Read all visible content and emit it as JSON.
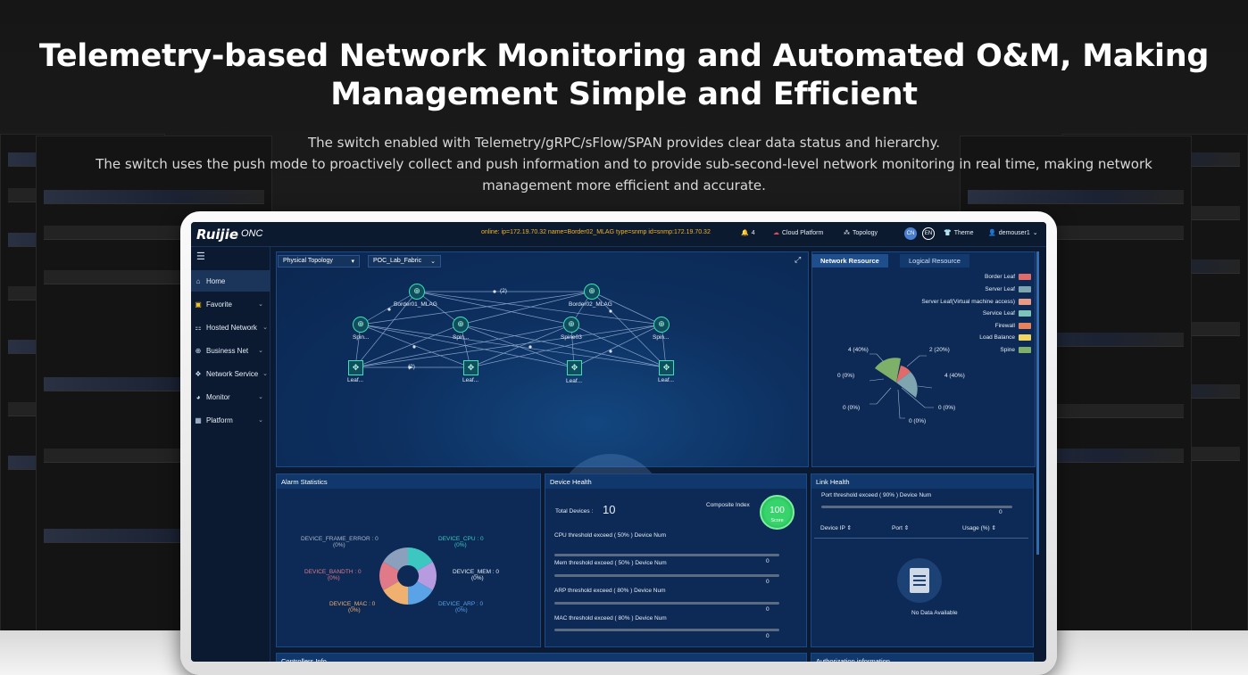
{
  "hero": {
    "title": "Telemetry-based Network Monitoring and Automated O&M, Making Management Simple and Efficient",
    "subtitle_line1": "The switch enabled with Telemetry/gRPC/sFlow/SPAN provides clear data status and hierarchy.",
    "subtitle_line2": "The switch uses the push mode to proactively collect and push information and to provide sub-second-level network monitoring in real time, making network management more efficient and accurate."
  },
  "topbar": {
    "logo": "Ruijie",
    "product": "ONC",
    "online_status": "online: ip=172.19.70.32 name=Border02_MLAG type=snmp id=snmp:172.19.70.32",
    "alerts_count": "4",
    "cloud_platform": "Cloud Platform",
    "topology": "Topology",
    "lang_cn": "CN",
    "lang_en": "EN",
    "theme": "Theme",
    "user": "demouser1"
  },
  "sidebar": {
    "items": [
      {
        "label": "Home",
        "icon": "home-icon"
      },
      {
        "label": "Favorite",
        "icon": "star-folder-icon"
      },
      {
        "label": "Hosted Network",
        "icon": "network-icon"
      },
      {
        "label": "Business Net",
        "icon": "globe-icon"
      },
      {
        "label": "Network Service",
        "icon": "services-icon"
      },
      {
        "label": "Monitor",
        "icon": "monitor-icon"
      },
      {
        "label": "Platform",
        "icon": "grid-icon"
      }
    ]
  },
  "topology": {
    "view_select": "Physical Topology",
    "fabric_select": "POC_Lab_Fabric",
    "nodes": {
      "border1": "Border01_MLAG",
      "border2": "Border02_MLAG",
      "spine1": "Spin...",
      "spine2": "Spin...",
      "spine3": "Spine03",
      "spine4": "Spin...",
      "leaf1": "Leaf...",
      "leaf2": "Leaf...",
      "leaf3": "Leaf...",
      "leaf4": "Leaf..."
    },
    "link_label1": "(2)",
    "link_label2": "(2)"
  },
  "resource": {
    "tab_network": "Network Resource",
    "tab_logical": "Logical Resource",
    "legend": [
      {
        "name": "Border Leaf",
        "color": "#e06b6b"
      },
      {
        "name": "Server Leaf",
        "color": "#7fa5b0"
      },
      {
        "name": "Server Leaf(Virtual machine access)",
        "color": "#e89a85"
      },
      {
        "name": "Service Leaf",
        "color": "#7fc4b8"
      },
      {
        "name": "Firewall",
        "color": "#e8825a"
      },
      {
        "name": "Load Balance",
        "color": "#f0d560"
      },
      {
        "name": "Spine",
        "color": "#7fb06a"
      }
    ],
    "pie_labels": {
      "a": "4 (40%)",
      "b": "2 (20%)",
      "c": "0 (0%)",
      "d": "4 (40%)",
      "e": "0 (0%)",
      "f": "0 (0%)",
      "g": "0 (0%)"
    }
  },
  "alarm": {
    "title": "Alarm Statistics",
    "labels": {
      "frame": "DEVICE_FRAME_ERROR : 0",
      "frame_pct": "(0%)",
      "cpu": "DEVICE_CPU : 0",
      "cpu_pct": "(0%)",
      "bandth": "DEVICE_BANDTH : 0",
      "bandth_pct": "(0%)",
      "mem": "DEVICE_MEM : 0",
      "mem_pct": "(0%)",
      "mac": "DEVICE_MAC : 0",
      "mac_pct": "(0%)",
      "arp": "DEVICE_ARP : 0",
      "arp_pct": "(0%)"
    }
  },
  "device_health": {
    "title": "Device Health",
    "total_label": "Total Devices :",
    "total_value": "10",
    "composite_label": "Composite Index",
    "score_value": "100",
    "score_label": "Score",
    "rows": [
      {
        "label": "CPU threshold exceed ( 50% ) Device Num",
        "value": "0"
      },
      {
        "label": "Mem threshold exceed ( 50% ) Device Num",
        "value": "0"
      },
      {
        "label": "ARP threshold exceed ( 80% ) Device Num",
        "value": "0"
      },
      {
        "label": "MAC threshold exceed ( 80% ) Device Num",
        "value": "0"
      }
    ]
  },
  "link_health": {
    "title": "Link Health",
    "port_label": "Port threshold exceed ( 90% ) Device Num",
    "port_value": "0",
    "col_ip": "Device IP ⇕",
    "col_port": "Port ⇕",
    "col_usage": "Usage (%) ⇕",
    "empty": "No Data Available"
  },
  "bottom": {
    "controllers": "Controllers Info",
    "authorization": "Authorization information"
  }
}
